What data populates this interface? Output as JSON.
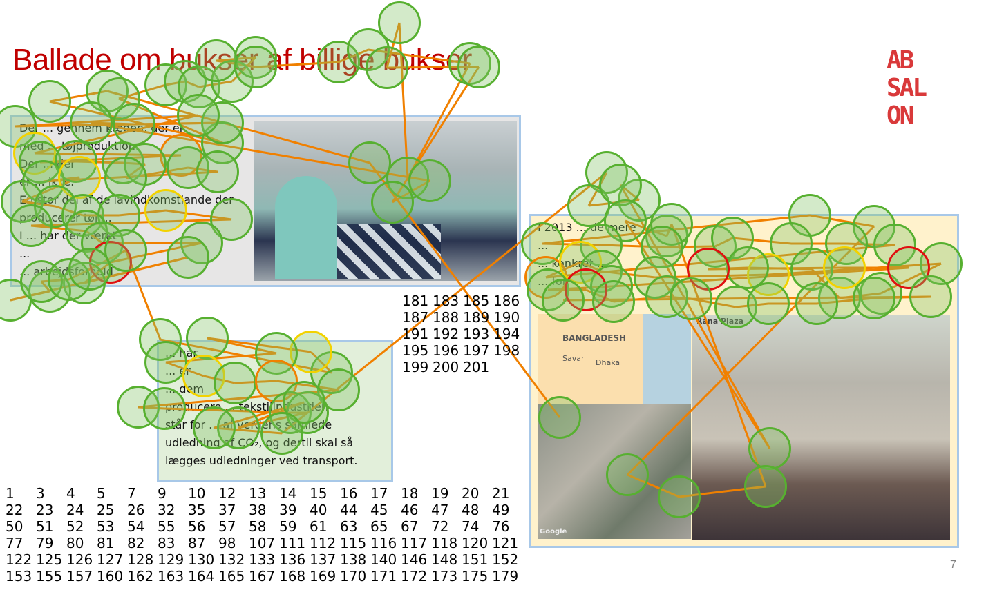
{
  "title": "Ballade om bukser af billige bukser",
  "logo": [
    "AB",
    "SAL",
    "ON"
  ],
  "page_number": "7",
  "box1": {
    "lines": [
      "Der ... gennem kæden, der er",
      "med ... tøjproduktion.",
      "Der ... der",
      "er ... ikke.",
      "En stor del af de lavindkomstlande der",
      "producerer tøj ...",
      "I ... har der været",
      "... ",
      "... arbejdsforhold."
    ]
  },
  "box2": {
    "lines": [
      "... har",
      "... er",
      "... dem",
      "producere ... tekstilindustrien",
      "står for ... af verdens samlede",
      "udledning af CO₂, og dertil skal så",
      "lægges udledninger ved transport."
    ]
  },
  "box3": {
    "lines": [
      "I 2013 ... de mere",
      "... ",
      "... konkret ...",
      "... for"
    ],
    "map_label": "BANGLADESH",
    "city1": "Savar",
    "city2": "Dhaka",
    "photo_label": "Rana Plaza",
    "credit": "Google"
  },
  "fixations": [
    "1",
    "3",
    "4",
    "5",
    "7",
    "9",
    "10",
    "12",
    "13",
    "14",
    "15",
    "16",
    "17",
    "18",
    "19",
    "20",
    "21",
    "22",
    "23",
    "24",
    "25",
    "26",
    "32",
    "35",
    "37",
    "38",
    "39",
    "40",
    "44",
    "45",
    "46",
    "47",
    "48",
    "49",
    "50",
    "51",
    "52",
    "53",
    "54",
    "55",
    "56",
    "57",
    "58",
    "59",
    "61",
    "63",
    "65",
    "67",
    "72",
    "74",
    "76",
    "77",
    "79",
    "80",
    "81",
    "82",
    "83",
    "87",
    "98",
    "107",
    "111",
    "112",
    "115",
    "116",
    "117",
    "118",
    "120",
    "121",
    "122",
    "125",
    "126",
    "127",
    "128",
    "129",
    "130",
    "132",
    "133",
    "136",
    "137",
    "138",
    "140",
    "146",
    "148",
    "151",
    "152",
    "153",
    "155",
    "157",
    "160",
    "162",
    "163",
    "164",
    "165",
    "167",
    "168",
    "169",
    "170",
    "171",
    "172",
    "173",
    "175",
    "179",
    "181",
    "183",
    "185",
    "186",
    "187",
    "188",
    "189",
    "190",
    "191",
    "192",
    "193",
    "194",
    "195",
    "196",
    "197",
    "198",
    "199",
    "200",
    "201"
  ],
  "colors": {
    "title": "#c00000",
    "fixation": "#57b030",
    "saccade": "#f08000",
    "long_fixation": "#e01010"
  }
}
